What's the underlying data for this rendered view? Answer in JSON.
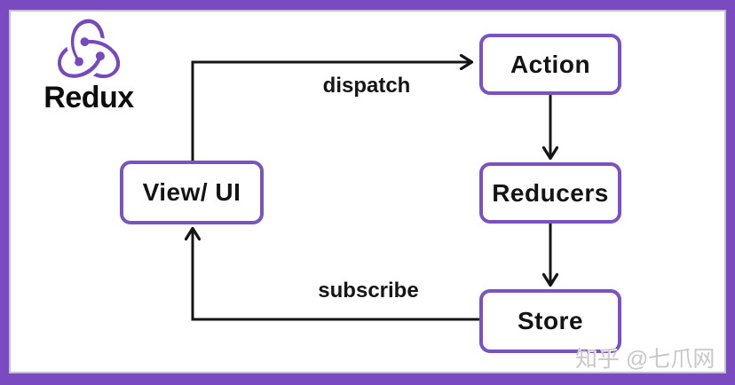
{
  "brand": {
    "label": "Redux",
    "logo_color": "#764abc"
  },
  "nodes": {
    "action": {
      "label": "Action"
    },
    "reducers": {
      "label": "Reducers"
    },
    "store": {
      "label": "Store"
    },
    "view_ui": {
      "label": "View/ UI"
    }
  },
  "edges": {
    "dispatch": {
      "label": "dispatch",
      "from": "view_ui",
      "to": "action"
    },
    "action_reducers": {
      "label": "",
      "from": "action",
      "to": "reducers"
    },
    "reducers_store": {
      "label": "",
      "from": "reducers",
      "to": "store"
    },
    "subscribe": {
      "label": "subscribe",
      "from": "store",
      "to": "view_ui"
    }
  },
  "watermark": {
    "text": "知乎 @七爪网"
  },
  "colors": {
    "frame": "#7a4bc0",
    "node_border": "#7a52c2",
    "arrow": "#151515",
    "watermark": "#c8c8c8"
  }
}
